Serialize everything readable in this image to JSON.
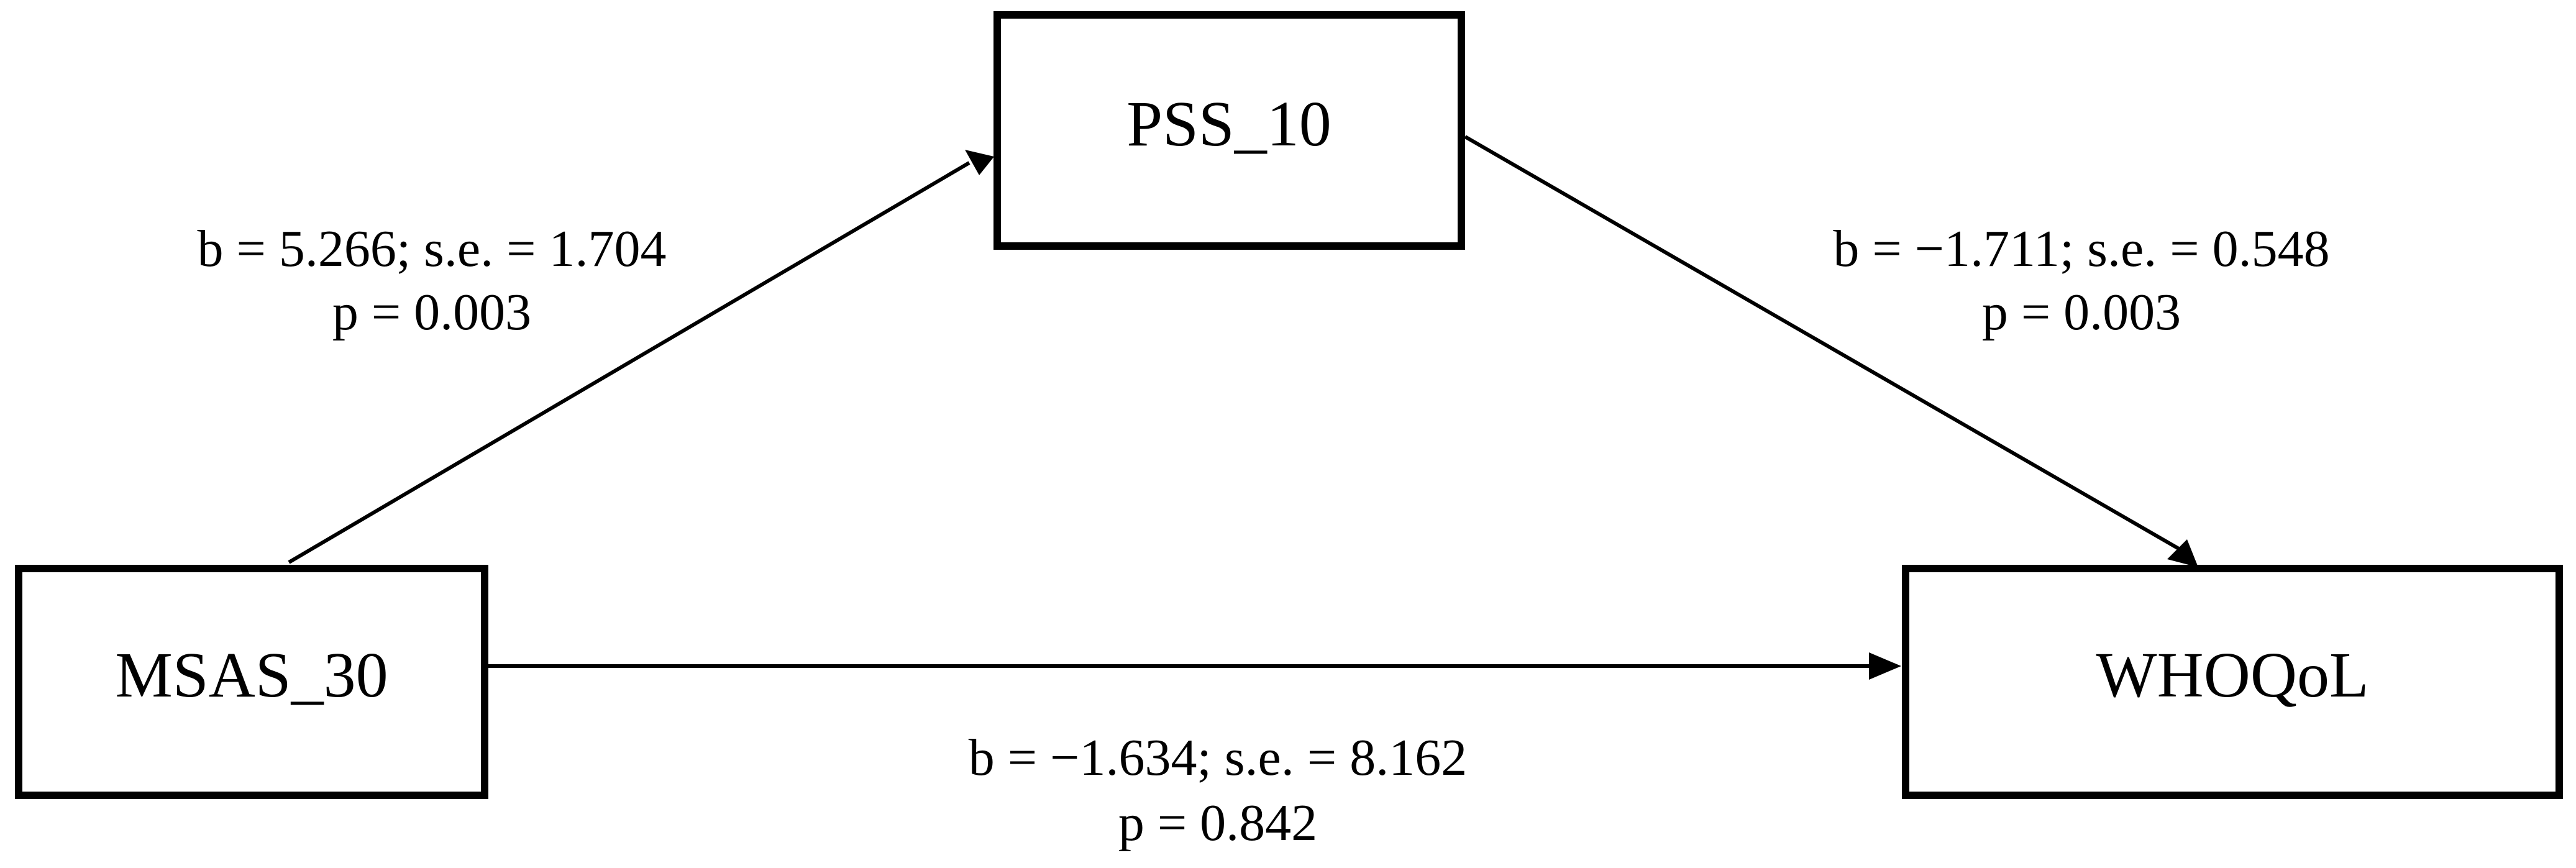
{
  "diagram": {
    "nodes": {
      "mediator": {
        "label": "PSS_10"
      },
      "predictor": {
        "label": "MSAS_30"
      },
      "outcome": {
        "label": "WHOQoL"
      }
    },
    "paths": {
      "a": {
        "coef": "b = 5.266; s.e. = 1.704",
        "p": "p = 0.003"
      },
      "b": {
        "coef": "b = −1.711; s.e. = 0.548",
        "p": "p = 0.003"
      },
      "c": {
        "coef": "b = −1.634; s.e. = 8.162",
        "p": "p = 0.842"
      }
    },
    "colors": {
      "stroke": "#000000",
      "background": "#ffffff"
    }
  }
}
